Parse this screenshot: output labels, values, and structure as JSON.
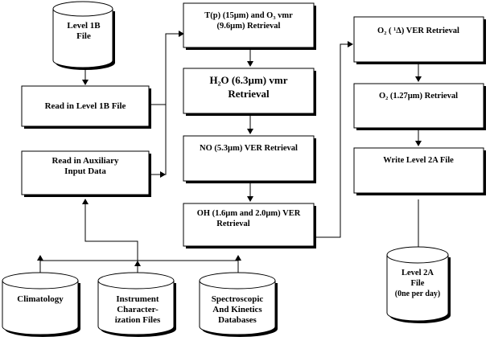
{
  "nodes": {
    "level1b_file": {
      "lines": [
        "Level 1B",
        "File"
      ]
    },
    "read_level1b": {
      "lines": [
        "Read in Level 1B File"
      ]
    },
    "read_aux": {
      "lines": [
        "Read in Auxiliary",
        "Input Data"
      ]
    },
    "climatology": {
      "lines": [
        "Climatology"
      ]
    },
    "instrument": {
      "lines": [
        "Instrument",
        "Character-",
        "ization Files"
      ]
    },
    "spectroscopic": {
      "lines": [
        "Spectroscopic",
        "And Kinetics",
        "Databases"
      ]
    },
    "tp_o3": {
      "lines": [
        "T(p) (15µm) and O₃ vmr",
        "(9.6µm) Retrieval"
      ]
    },
    "h2o": {
      "lines": [
        "H₂O (6.3µm) vmr",
        "Retrieval"
      ]
    },
    "no_ver": {
      "lines": [
        "NO (5.3µm) VER Retrieval"
      ]
    },
    "oh_ver": {
      "lines": [
        "OH (1.6µm and 2.0µm) VER",
        "Retrieval"
      ]
    },
    "o2_1delta": {
      "lines": [
        "O₂ ( ¹Δ) VER Retrieval"
      ]
    },
    "o2_127": {
      "lines": [
        "O₂ (1.27µm) Retrieval"
      ]
    },
    "write_l2a": {
      "lines": [
        "Write Level 2A File"
      ]
    },
    "level2a_file": {
      "lines": [
        "Level 2A",
        "File",
        "(0ne per day)"
      ]
    }
  }
}
